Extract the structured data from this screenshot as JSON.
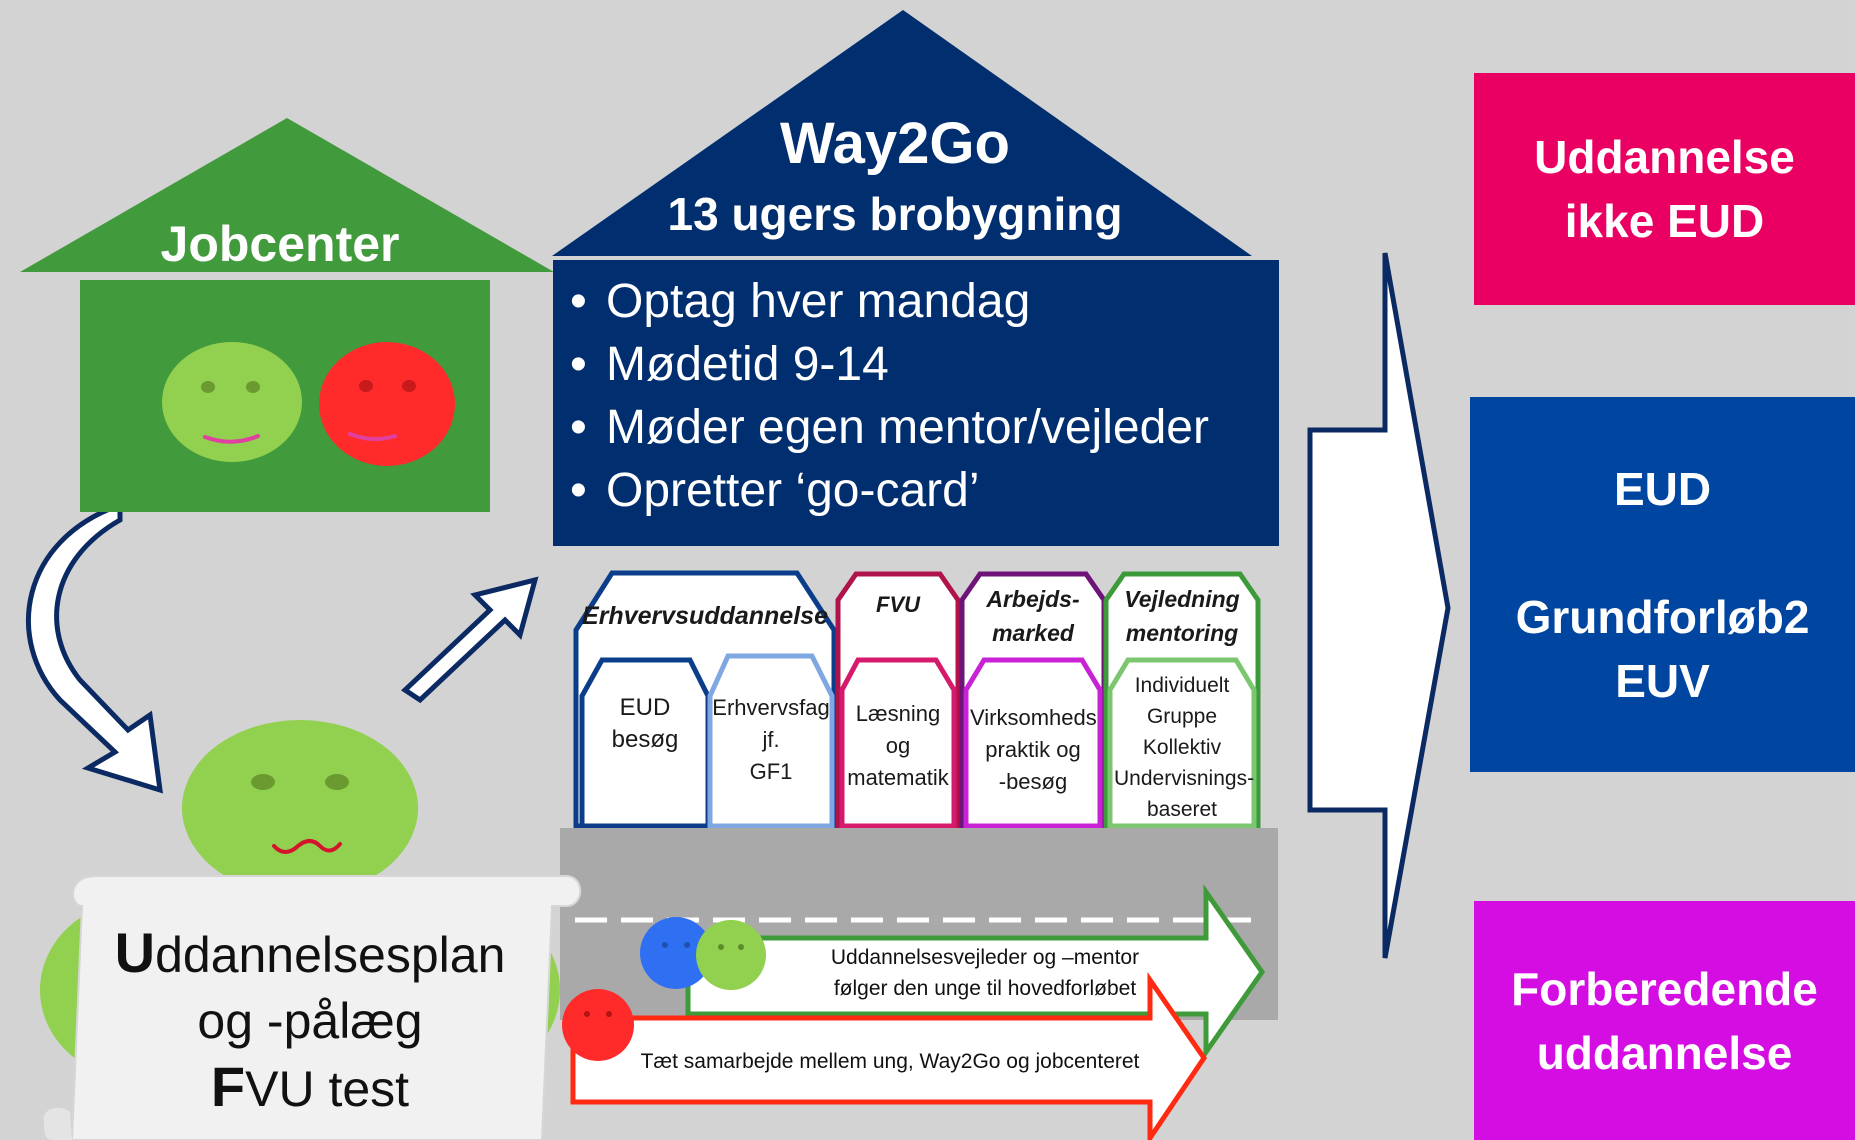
{
  "colors": {
    "background": "#d3d3d3",
    "jobcenter_green": "#419a3c",
    "navy": "#002e6e",
    "magenta_box": "#ea0062",
    "blue_box": "#0046a0",
    "violet_box": "#d40ee3",
    "face_green": "#92d050",
    "face_red": "#ff2b2b",
    "face_blue": "#2f6ff2",
    "arrow_green": "#3f9a3a",
    "arrow_red": "#ff2a12"
  },
  "jobcenter": {
    "title": "Jobcenter",
    "faces": [
      "smiley-green",
      "smiley-red"
    ]
  },
  "way2go": {
    "title": "Way2Go",
    "subtitle": "13 ugers brobygning",
    "bullets": [
      "Optag hver mandag",
      "Mødetid 9-14",
      "Møder egen mentor/vejleder",
      "Opretter ‘go-card’"
    ]
  },
  "categories": {
    "erhvervsuddannelse": {
      "title": "Erhvervsuddannelse",
      "items": [
        "EUD besøg",
        "Erhvervsfag jf. GF1"
      ]
    },
    "fvu": {
      "title": "FVU",
      "item": "Læsning og matematik"
    },
    "arbejdsmarked": {
      "title": "Arbejds-marked",
      "item": "Virksomheds praktik og -besøg"
    },
    "vejledning": {
      "title": "Vejledning mentoring",
      "item": "Individuelt Gruppe Kollektiv Undervisnings-baseret"
    }
  },
  "road": {
    "green_arrow_text": [
      "Uddannelsesvejleder og –mentor",
      "følger den unge til hovedforløbet"
    ],
    "red_arrow_text": "Tæt samarbejde mellem ung, Way2Go og jobcenteret"
  },
  "plan": {
    "line1_initial": "U",
    "line1_rest": "ddannelsesplan",
    "line2": "og -pålæg",
    "line3_initial": "F",
    "line3_rest": "VU test"
  },
  "outcomes": {
    "top": [
      "Uddannelse",
      "ikke EUD"
    ],
    "middle_top": "EUD",
    "middle_bottom": [
      "Grundforløb2",
      "EUV"
    ],
    "bottom": [
      "Forberedende",
      "uddannelse"
    ]
  }
}
